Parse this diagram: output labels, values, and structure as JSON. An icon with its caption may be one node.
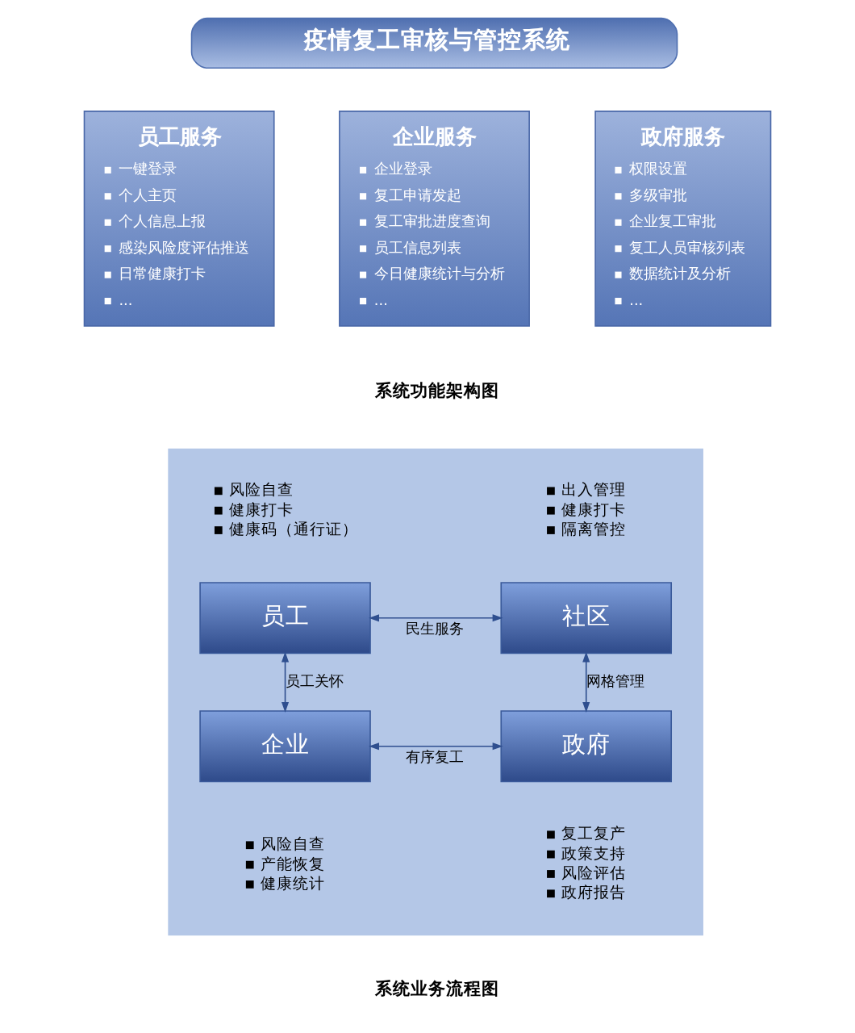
{
  "diagram": {
    "nodes": [
      {
        "text": [
          "疫情复工审核与管控系统"
        ]
      },
      {
        "text": [
          "员工服务",
          "一键登录",
          "个人主页",
          "个人信息上报",
          "感染风险度评估推送",
          "日常健康打卡",
          "..."
        ]
      },
      {
        "text": [
          "企业服务",
          "企业登录",
          "复工申请发起",
          "复工审批进度查询",
          "员工信息列表",
          "今日健康统计与分析",
          "..."
        ]
      },
      {
        "text": [
          "政府服务",
          "权限设置",
          "多级审批",
          "企业复工审批",
          "复工人员审核列表",
          "数据统计及分析",
          "..."
        ]
      },
      {
        "text": [],
        "shape": "box"
      },
      {
        "text": [
          "员工"
        ],
        "in": 4,
        "beside": [
          "风险自查",
          "健康打卡",
          "健康码（通行证）"
        ]
      },
      {
        "text": [
          "社区"
        ],
        "in": 4,
        "beside": [
          "出入管理",
          "健康打卡",
          "隔离管控"
        ]
      },
      {
        "text": [
          "企业"
        ],
        "in": 4,
        "beside": [
          "风险自查",
          "产能恢复",
          "健康统计"
        ]
      },
      {
        "text": [
          "政府"
        ],
        "in": 4,
        "beside": [
          "复工复产",
          "政策支持",
          "风险评估",
          "政府报告"
        ]
      }
    ],
    "edges": [
      {
        "from": 5,
        "to": 6,
        "arrow": "both",
        "label": "民生服务"
      },
      {
        "from": 7,
        "to": 5,
        "arrow": "both",
        "label": "员工关怀"
      },
      {
        "from": 8,
        "to": 6,
        "arrow": "both",
        "label": "网格管理"
      },
      {
        "from": 7,
        "to": 8,
        "arrow": "both",
        "label": "有序复工"
      }
    ],
    "labels": [
      "系统功能架构图",
      "系统业务流程图"
    ]
  }
}
